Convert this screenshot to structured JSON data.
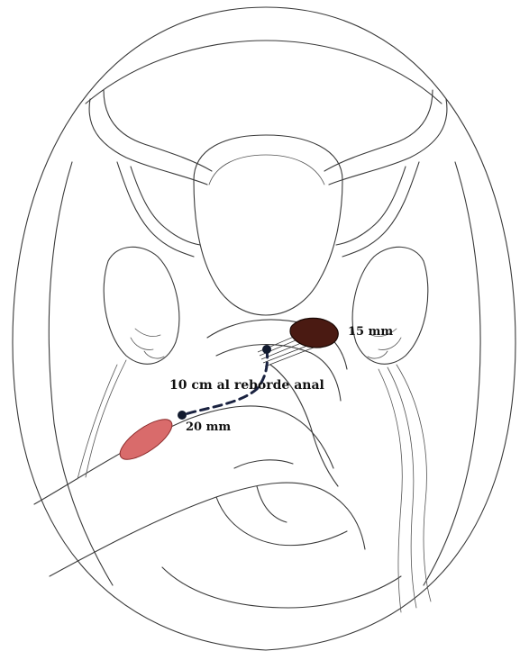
{
  "colors": {
    "outline": "#3a3a3a",
    "lesion_red": "#d96b6b",
    "lesion_red_stroke": "#8a2a2a",
    "lesion_dark": "#4a1a12",
    "marker": "#111a2e",
    "line_dark": "#1a2240"
  },
  "annotations": {
    "lesion_15": "15 mm",
    "distance_label": "10 cm al reborde anal",
    "lesion_20": "20 mm"
  },
  "icons": {
    "marker_upper": "dot-marker-icon",
    "marker_lower": "dot-marker-icon"
  }
}
